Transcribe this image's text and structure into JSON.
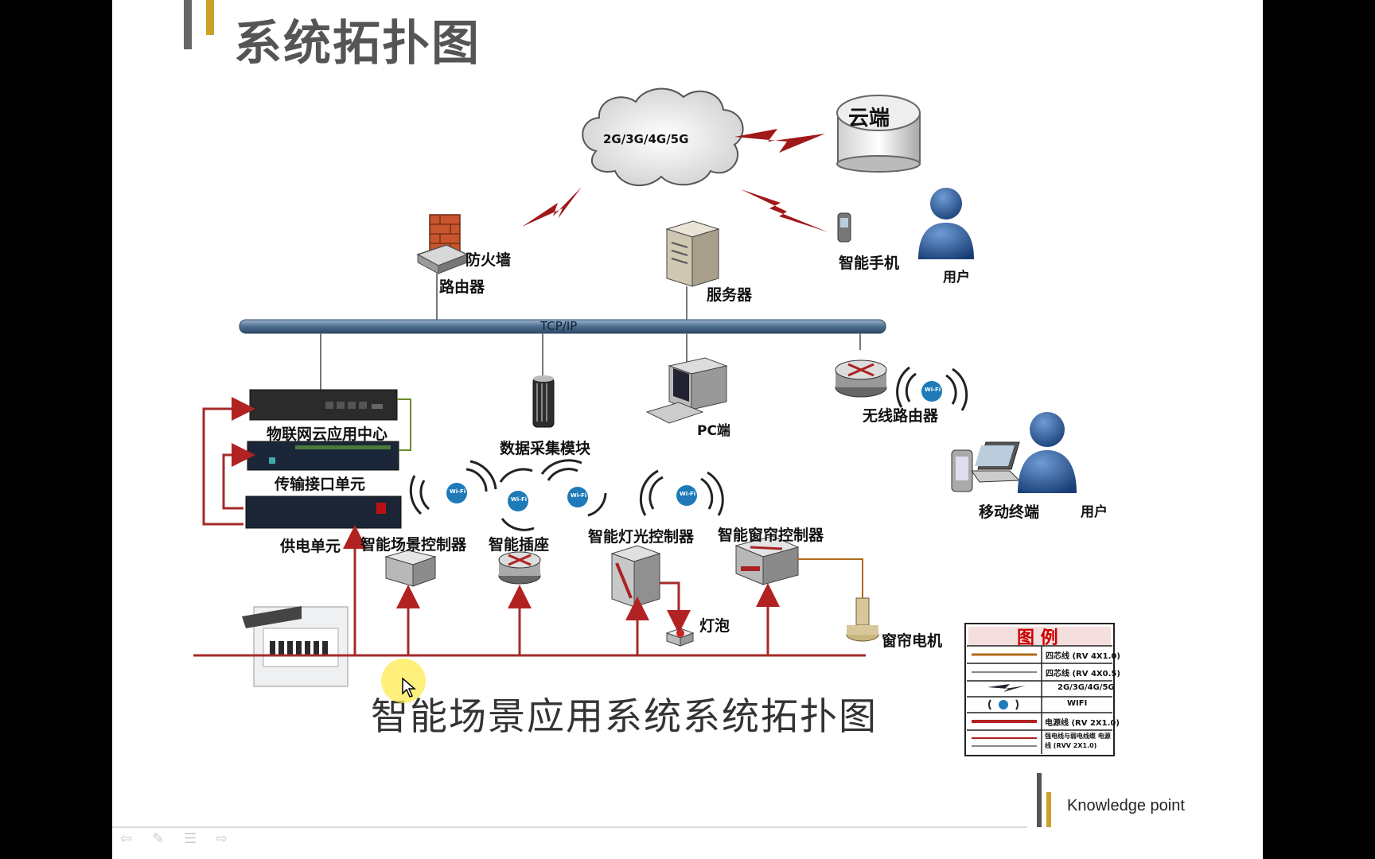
{
  "page": {
    "title": "系统拓扑图",
    "caption": "智能场景应用系统系统拓扑图",
    "footer": "Knowledge point"
  },
  "colors": {
    "accent": "#C9A227",
    "bus": "#5B7A99",
    "power_line": "#B22222",
    "wifi": "#1E7AB8",
    "user": "#1F4E8C"
  },
  "nodes": {
    "cloud": "2G/3G/4G/5G",
    "cloud_server": "云端",
    "firewall": "防火墙",
    "router": "路由器",
    "server": "服务器",
    "smartphone": "智能手机",
    "user_top": "用户",
    "bus": "TCP/IP",
    "iot_center": "物联网云应用中心",
    "transport_unit": "传输接口单元",
    "power_unit": "供电单元",
    "data_module": "数据采集模块",
    "pc": "PC端",
    "wireless_router": "无线路由器",
    "mobile_terminal": "移动终端",
    "user_bottom": "用户",
    "scene_controller": "智能场景控制器",
    "smart_socket": "智能插座",
    "light_controller": "智能灯光控制器",
    "curtain_controller": "智能窗帘控制器",
    "bulb": "灯泡",
    "curtain_motor": "窗帘电机",
    "wifi_label": "Wi-Fi"
  },
  "legend": {
    "title": "图 例",
    "rows": [
      {
        "icon": "brown-line",
        "text": "四芯线 (RV 4X1.0)"
      },
      {
        "icon": "gray-line",
        "text": "四芯线 (RV 4X0.5)"
      },
      {
        "icon": "lightning-icon",
        "text": "2G/3G/4G/5G"
      },
      {
        "icon": "wifi-icon",
        "text": "WIFI"
      },
      {
        "icon": "red-line",
        "text": "电源线 (RV 2X1.0)"
      },
      {
        "icon": "dual-line",
        "text": "强电线与弱电线缆 电源线 (RVV 2X1.0)"
      }
    ]
  }
}
